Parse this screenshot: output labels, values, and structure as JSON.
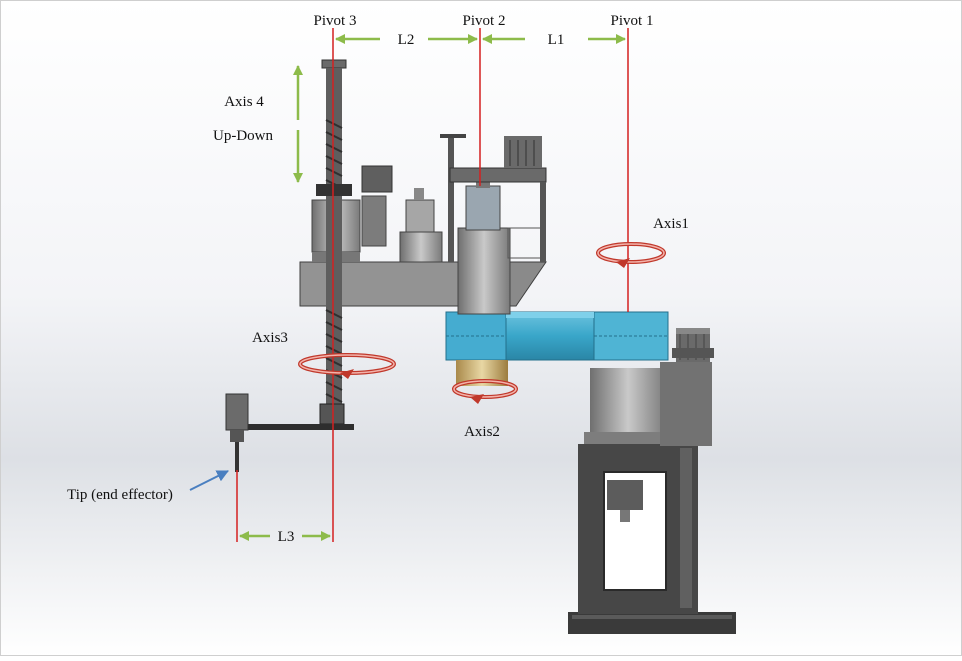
{
  "labels": {
    "pivot1": "Pivot 1",
    "pivot2": "Pivot 2",
    "pivot3": "Pivot 3",
    "l1": "L1",
    "l2": "L2",
    "l3": "L3",
    "axis4": "Axis 4",
    "updown": "Up-Down",
    "axis1": "Axis1",
    "axis2": "Axis2",
    "axis3": "Axis3",
    "tip": "Tip (end effector)"
  },
  "colors": {
    "pivot_line": "#d42020",
    "dimension_arrow": "#8dbb4a",
    "rotation_arrow": "#c0382b",
    "arm_blue": "#39a6c9",
    "body_gray": "#8c8c8c",
    "pointer_blue": "#4a7fc0"
  }
}
